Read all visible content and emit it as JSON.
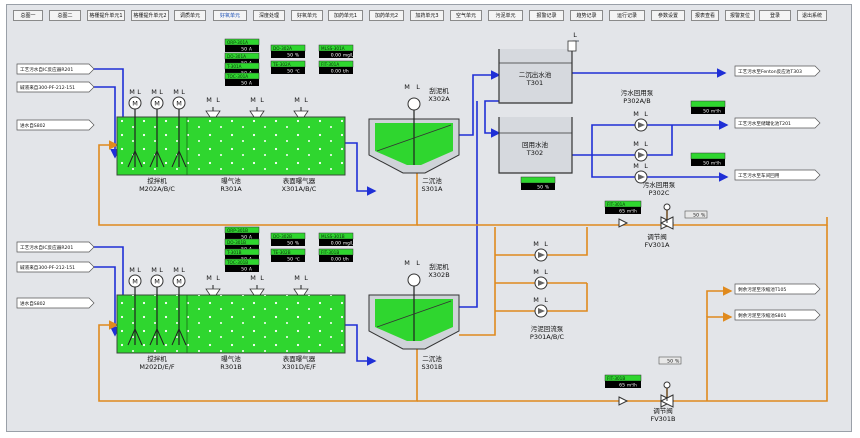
{
  "nav": [
    {
      "label": "总图一",
      "selected": false
    },
    {
      "label": "总图二",
      "selected": false
    },
    {
      "label": "格栅提升单元1",
      "selected": false
    },
    {
      "label": "格栅提升单元2",
      "selected": false
    },
    {
      "label": "调质单元",
      "selected": false
    },
    {
      "label": "好氧单元",
      "selected": true
    },
    {
      "label": "深度处理",
      "selected": false
    },
    {
      "label": "好氧单元",
      "selected": false
    },
    {
      "label": "加药单元1",
      "selected": false
    },
    {
      "label": "加药单元2",
      "selected": false
    },
    {
      "label": "加药单元3",
      "selected": false
    },
    {
      "label": "空气单元",
      "selected": false
    },
    {
      "label": "污泥单元",
      "selected": false
    },
    {
      "label": "报警记录",
      "selected": false
    },
    {
      "label": "趋势记录",
      "selected": false
    },
    {
      "label": "运行记录",
      "selected": false
    },
    {
      "label": "参数设置",
      "selected": false
    },
    {
      "label": "报表查看",
      "selected": false
    },
    {
      "label": "报警复位",
      "selected": false
    },
    {
      "label": "登录",
      "selected": false
    },
    {
      "label": "退出系统",
      "selected": false
    }
  ],
  "io_labels": {
    "a_in1": "工艺污水自IC反应器R201",
    "a_in2": "碱液来自300-PF-212-151",
    "a_in3": "进水自S802",
    "b_in1": "工艺污水自IC反应器R201",
    "b_in2": "碱液来自300-PF-212-151",
    "b_in3": "进水自S802",
    "out1": "工艺污水至Fenton反应池T303",
    "out2": "工艺污水至储罐化池T201",
    "out3": "工艺污水至车间回用",
    "out4": "剩余污泥至浓缩池T105",
    "out5": "剩余污泥至浓缩池S801"
  },
  "readings_a": [
    {
      "tag": "ORP-301A",
      "value": "50",
      "unit": "A"
    },
    {
      "tag": "DO-301A",
      "value": "50",
      "unit": "A"
    },
    {
      "tag": "T-301A",
      "value": "50",
      "unit": "A"
    },
    {
      "tag": "TOC-301A",
      "value": "50",
      "unit": "A"
    },
    {
      "tag": "DO-302A",
      "value": "50",
      "unit": "%"
    },
    {
      "tag": "TE-302A",
      "value": "50",
      "unit": "℃"
    },
    {
      "tag": "MLSS-301A",
      "value": "0.00",
      "unit": "mg/L"
    },
    {
      "tag": "FIT-301A",
      "value": "0.00",
      "unit": "t/h"
    }
  ],
  "readings_b": [
    {
      "tag": "ORP-301B",
      "value": "50",
      "unit": "A"
    },
    {
      "tag": "DO-301B",
      "value": "50",
      "unit": "A"
    },
    {
      "tag": "T-301B",
      "value": "50",
      "unit": "A"
    },
    {
      "tag": "TOC-301B",
      "value": "50",
      "unit": "A"
    },
    {
      "tag": "DO-302B",
      "value": "50",
      "unit": "%"
    },
    {
      "tag": "TE-302B",
      "value": "50",
      "unit": "℃"
    },
    {
      "tag": "MLSS-301B",
      "value": "0.00",
      "unit": "mg/L"
    },
    {
      "tag": "FIT-301B",
      "value": "0.00",
      "unit": "t/h"
    }
  ],
  "equip": {
    "mixer_a_name": "搅拌机",
    "mixer_a_tag": "M202A/B/C",
    "aer_a_name": "曝气池",
    "aer_a_tag": "R301A",
    "surf_a_name": "表面曝气器",
    "surf_a_tag": "X301A/B/C",
    "scraper_a_name": "刮泥机",
    "scraper_a_tag": "X302A",
    "clar_a_name": "二沉池",
    "clar_a_tag": "S301A",
    "mixer_b_name": "搅拌机",
    "mixer_b_tag": "M202D/E/F",
    "aer_b_name": "曝气池",
    "aer_b_tag": "R301B",
    "surf_b_name": "表面曝气器",
    "surf_b_tag": "X301D/E/F",
    "scraper_b_name": "刮泥机",
    "scraper_b_tag": "X302B",
    "clar_b_name": "二沉池",
    "clar_b_tag": "S301B",
    "t301_name": "二沉出水池",
    "t301_tag": "T301",
    "t302_name": "回用水池",
    "t302_tag": "T302",
    "p302_name": "污水回用泵",
    "p302_tag": "P302A/B",
    "p302c_name": "污水回用泵",
    "p302c_tag": "P302C",
    "p301_name": "污泥回流泵",
    "p301_tag": "P301A/B/C",
    "fv_a_name": "调节阀",
    "fv_a_tag": "FV301A",
    "fv_b_name": "调节阀",
    "fv_b_tag": "FV301B",
    "m_letter": "M",
    "l_letter": "L"
  },
  "misc": {
    "t302_level": "50",
    "t302_unit": "%",
    "fit_p302a": "50",
    "fit_p302a_unit": "m³/h",
    "fit_p302b": "50",
    "fit_p302b_unit": "m³/h",
    "fit_fv_a_tag": "FIT-301A",
    "fit_fv_a": "65",
    "fit_fv_a_unit": "m³/h",
    "fit_fv_b_tag": "FIT-301B",
    "fit_fv_b": "65",
    "fit_fv_b_unit": "m³/h",
    "fv_a_open": "50",
    "fv_a_unit": "%",
    "fv_b_open": "50",
    "fv_b_unit": "%"
  },
  "colors": {
    "water": "#1f2fd6",
    "sludge": "#e08a1e",
    "tank": "#2fd62f",
    "pipe": "#5a6470"
  }
}
